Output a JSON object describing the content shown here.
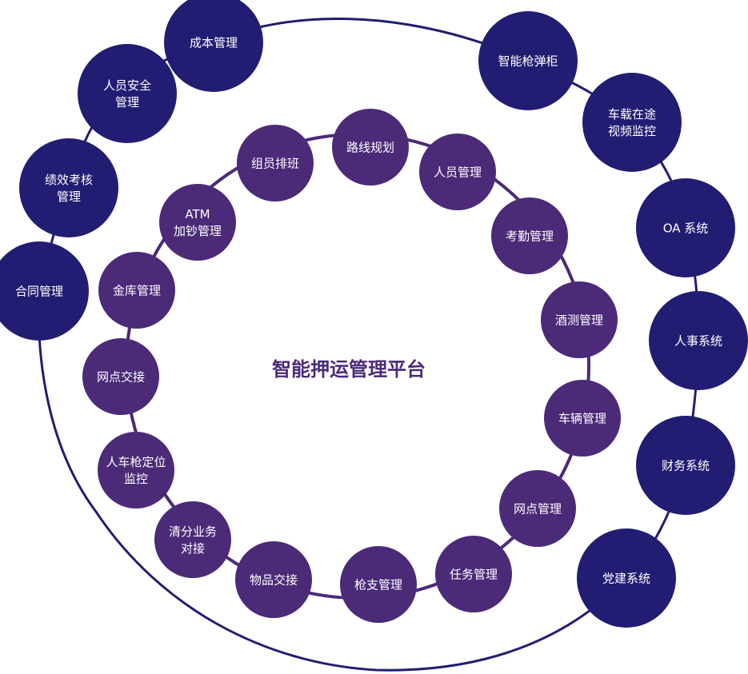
{
  "title": "智能押运管理平台",
  "colors": {
    "inner_node": "#4b2a78",
    "outer_node": "#221d72",
    "inner_ring": "#4b2a78",
    "outer_ring": "#221d72",
    "title": "#4b2a78",
    "node_text": "#ffffff"
  },
  "inner_nodes": [
    {
      "lines": [
        "路线规划"
      ]
    },
    {
      "lines": [
        "人员管理"
      ]
    },
    {
      "lines": [
        "考勤管理"
      ]
    },
    {
      "lines": [
        "酒测管理"
      ]
    },
    {
      "lines": [
        "车辆管理"
      ]
    },
    {
      "lines": [
        "网点管理"
      ]
    },
    {
      "lines": [
        "任务管理"
      ]
    },
    {
      "lines": [
        "枪支管理"
      ]
    },
    {
      "lines": [
        "物品交接"
      ]
    },
    {
      "lines": [
        "清分业务",
        "对接"
      ]
    },
    {
      "lines": [
        "人车枪定位",
        "监控"
      ]
    },
    {
      "lines": [
        "网点交接"
      ]
    },
    {
      "lines": [
        "金库管理"
      ]
    },
    {
      "lines": [
        "ATM",
        "加钞管理"
      ]
    },
    {
      "lines": [
        "组员排班"
      ]
    }
  ],
  "outer_left_nodes": [
    {
      "lines": [
        "成本管理"
      ]
    },
    {
      "lines": [
        "人员安全",
        "管理"
      ]
    },
    {
      "lines": [
        "绩效考核",
        "管理"
      ]
    },
    {
      "lines": [
        "合同管理"
      ]
    }
  ],
  "outer_right_nodes": [
    {
      "lines": [
        "智能枪弹柜"
      ]
    },
    {
      "lines": [
        "车载在途",
        "视频监控"
      ]
    },
    {
      "lines": [
        "OA 系统"
      ]
    },
    {
      "lines": [
        "人事系统"
      ]
    },
    {
      "lines": [
        "财务系统"
      ]
    },
    {
      "lines": [
        "党建系统"
      ]
    }
  ]
}
